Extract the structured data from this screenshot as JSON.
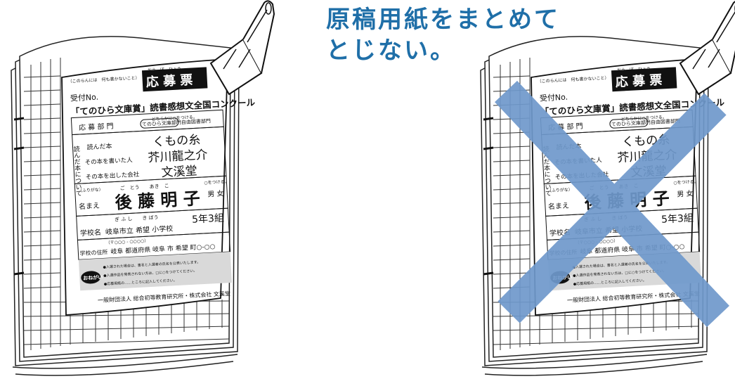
{
  "caption": {
    "line1": "原稿用紙をまとめて",
    "line2": "とじない。"
  },
  "colors": {
    "caption": "#1f6fa8",
    "cross": "#6f99cc",
    "line": "#222222",
    "paper": "#ffffff",
    "grid": "#333333",
    "shade": "#d9d9d9",
    "dark": "#111111"
  },
  "form": {
    "note_top": "（このらんには　何も書かないこと）",
    "receipt_label": "受付No.",
    "title": "応 募 票",
    "title_ruby": "おう　ぼ　ひょう",
    "contest_name": "「てのひら文庫賞」読書感想文全国コンクール",
    "circle_one": "どちらかに○をつける。",
    "category_label": "応 募 部 門",
    "category_option1": "てのひら文庫部門",
    "category_option2": "自由図書部門",
    "read_book_side": "読んだ本について",
    "book_title_label": "読んだ本",
    "book_title_value": "くもの糸",
    "author_label": "その本を書いた人",
    "author_value": "芥川龍之介",
    "publisher_label": "その本を出した会社",
    "publisher_value": "文溪堂",
    "furigana_label": "（ふりがな）",
    "name_label": "名まえ",
    "name_ruby": "ご　とう　　あき　こ",
    "name_value": "後 藤 明 子",
    "gender_note": "○をつける。",
    "gender": "男 女",
    "school_ruby": "ぎ ふ し　　き ぼう",
    "school_label": "学校名",
    "school_value": "岐阜市立 希望 小学校",
    "grade_value": "5年3組",
    "address_label": "学校の住所",
    "address_postal": "（〒○○○ - ○○○○）",
    "address_value": "岐阜 都道府県 岐阜 市 希望 町○-○○",
    "notice_label": "おねがい",
    "notice_lines": [
      "●入選された場合は、書名と入選者の氏名を公表いたします。",
      "●入選作品を発表されない方は、□に○をつけてください。",
      "●応募用紙の……ところに記入してください。"
    ],
    "footer_org": "一般財団法人 総合初等教育研究所・株式会社 文溪堂"
  }
}
